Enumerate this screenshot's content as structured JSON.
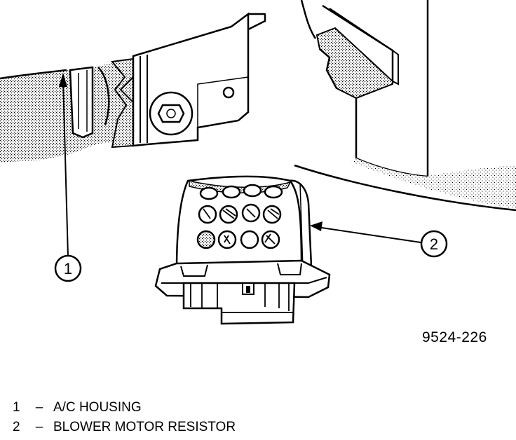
{
  "figure": {
    "number": "9524-226"
  },
  "callouts": [
    {
      "label": "1"
    },
    {
      "label": "2"
    }
  ],
  "legend": [
    {
      "num": "1",
      "dash": "–",
      "text": "A/C HOUSING"
    },
    {
      "num": "2",
      "dash": "–",
      "text": "BLOWER MOTOR RESISTOR"
    }
  ]
}
